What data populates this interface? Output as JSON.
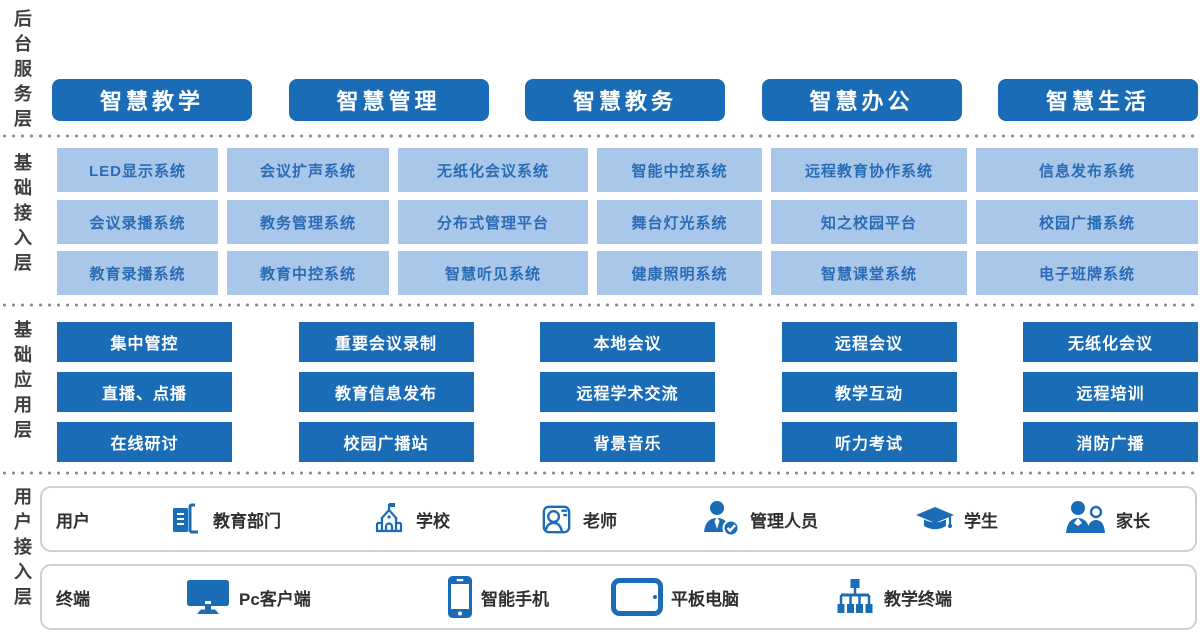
{
  "colors": {
    "accent_blue": "#1b6cb7",
    "light_box_bg": "#a9c8e9",
    "light_box_text": "#2a6cb5",
    "layer_label_text": "#3e3e3e",
    "panel_border": "#cfcfcf",
    "divider_dot": "#8a8a8a"
  },
  "layers": [
    {
      "label": "后台服务层"
    },
    {
      "label": "基础接入层"
    },
    {
      "label": "基础应用层"
    },
    {
      "label": "用户接入层"
    }
  ],
  "services": [
    "智慧教学",
    "智慧管理",
    "智慧教务",
    "智慧办公",
    "智慧生活"
  ],
  "access_systems": [
    [
      "LED显示系统",
      "会议扩声系统",
      "无纸化会议系统",
      "智能中控系统",
      "远程教育协作系统",
      "信息发布系统"
    ],
    [
      "会议录播系统",
      "教务管理系统",
      "分布式管理平台",
      "舞台灯光系统",
      "知之校园平台",
      "校园广播系统"
    ],
    [
      "教育录播系统",
      "教育中控系统",
      "智慧听见系统",
      "健康照明系统",
      "智慧课堂系统",
      "电子班牌系统"
    ]
  ],
  "applications": [
    [
      "集中管控",
      "重要会议录制",
      "本地会议",
      "远程会议",
      "无纸化会议"
    ],
    [
      "直播、点播",
      "教育信息发布",
      "远程学术交流",
      "教学互动",
      "远程培训"
    ],
    [
      "在线研讨",
      "校园广播站",
      "背景音乐",
      "听力考试",
      "消防广播"
    ]
  ],
  "users": {
    "label": "用户",
    "items": [
      {
        "icon": "education-department-icon",
        "label": "教育部门"
      },
      {
        "icon": "school-icon",
        "label": "学校"
      },
      {
        "icon": "teacher-icon",
        "label": "老师"
      },
      {
        "icon": "admin-person-icon",
        "label": "管理人员"
      },
      {
        "icon": "student-cap-icon",
        "label": "学生"
      },
      {
        "icon": "parents-icon",
        "label": "家长"
      }
    ]
  },
  "terminals": {
    "label": "终端",
    "items": [
      {
        "icon": "pc-monitor-icon",
        "label": "Pc客户端"
      },
      {
        "icon": "smartphone-icon",
        "label": "智能手机"
      },
      {
        "icon": "tablet-icon",
        "label": "平板电脑"
      },
      {
        "icon": "teaching-terminal-icon",
        "label": "教学终端"
      }
    ]
  }
}
